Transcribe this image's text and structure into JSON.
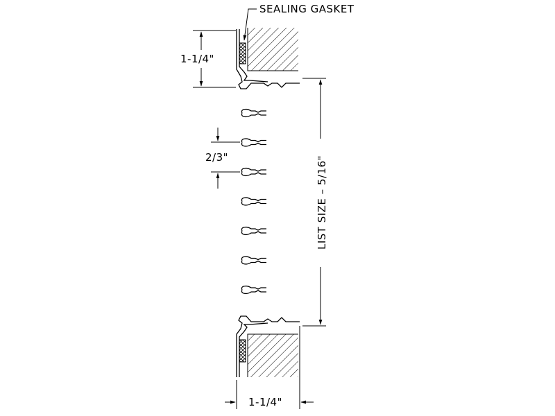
{
  "labels": {
    "gasket": "SEALING GASKET",
    "top_depth": "1-1/4\"",
    "blade_spacing": "2/3\"",
    "list_size": "LIST SIZE  –  5/16\"",
    "bottom_depth": "1-1/4\""
  },
  "colors": {
    "line": "#000000",
    "background": "#ffffff"
  },
  "blade_count": 7
}
